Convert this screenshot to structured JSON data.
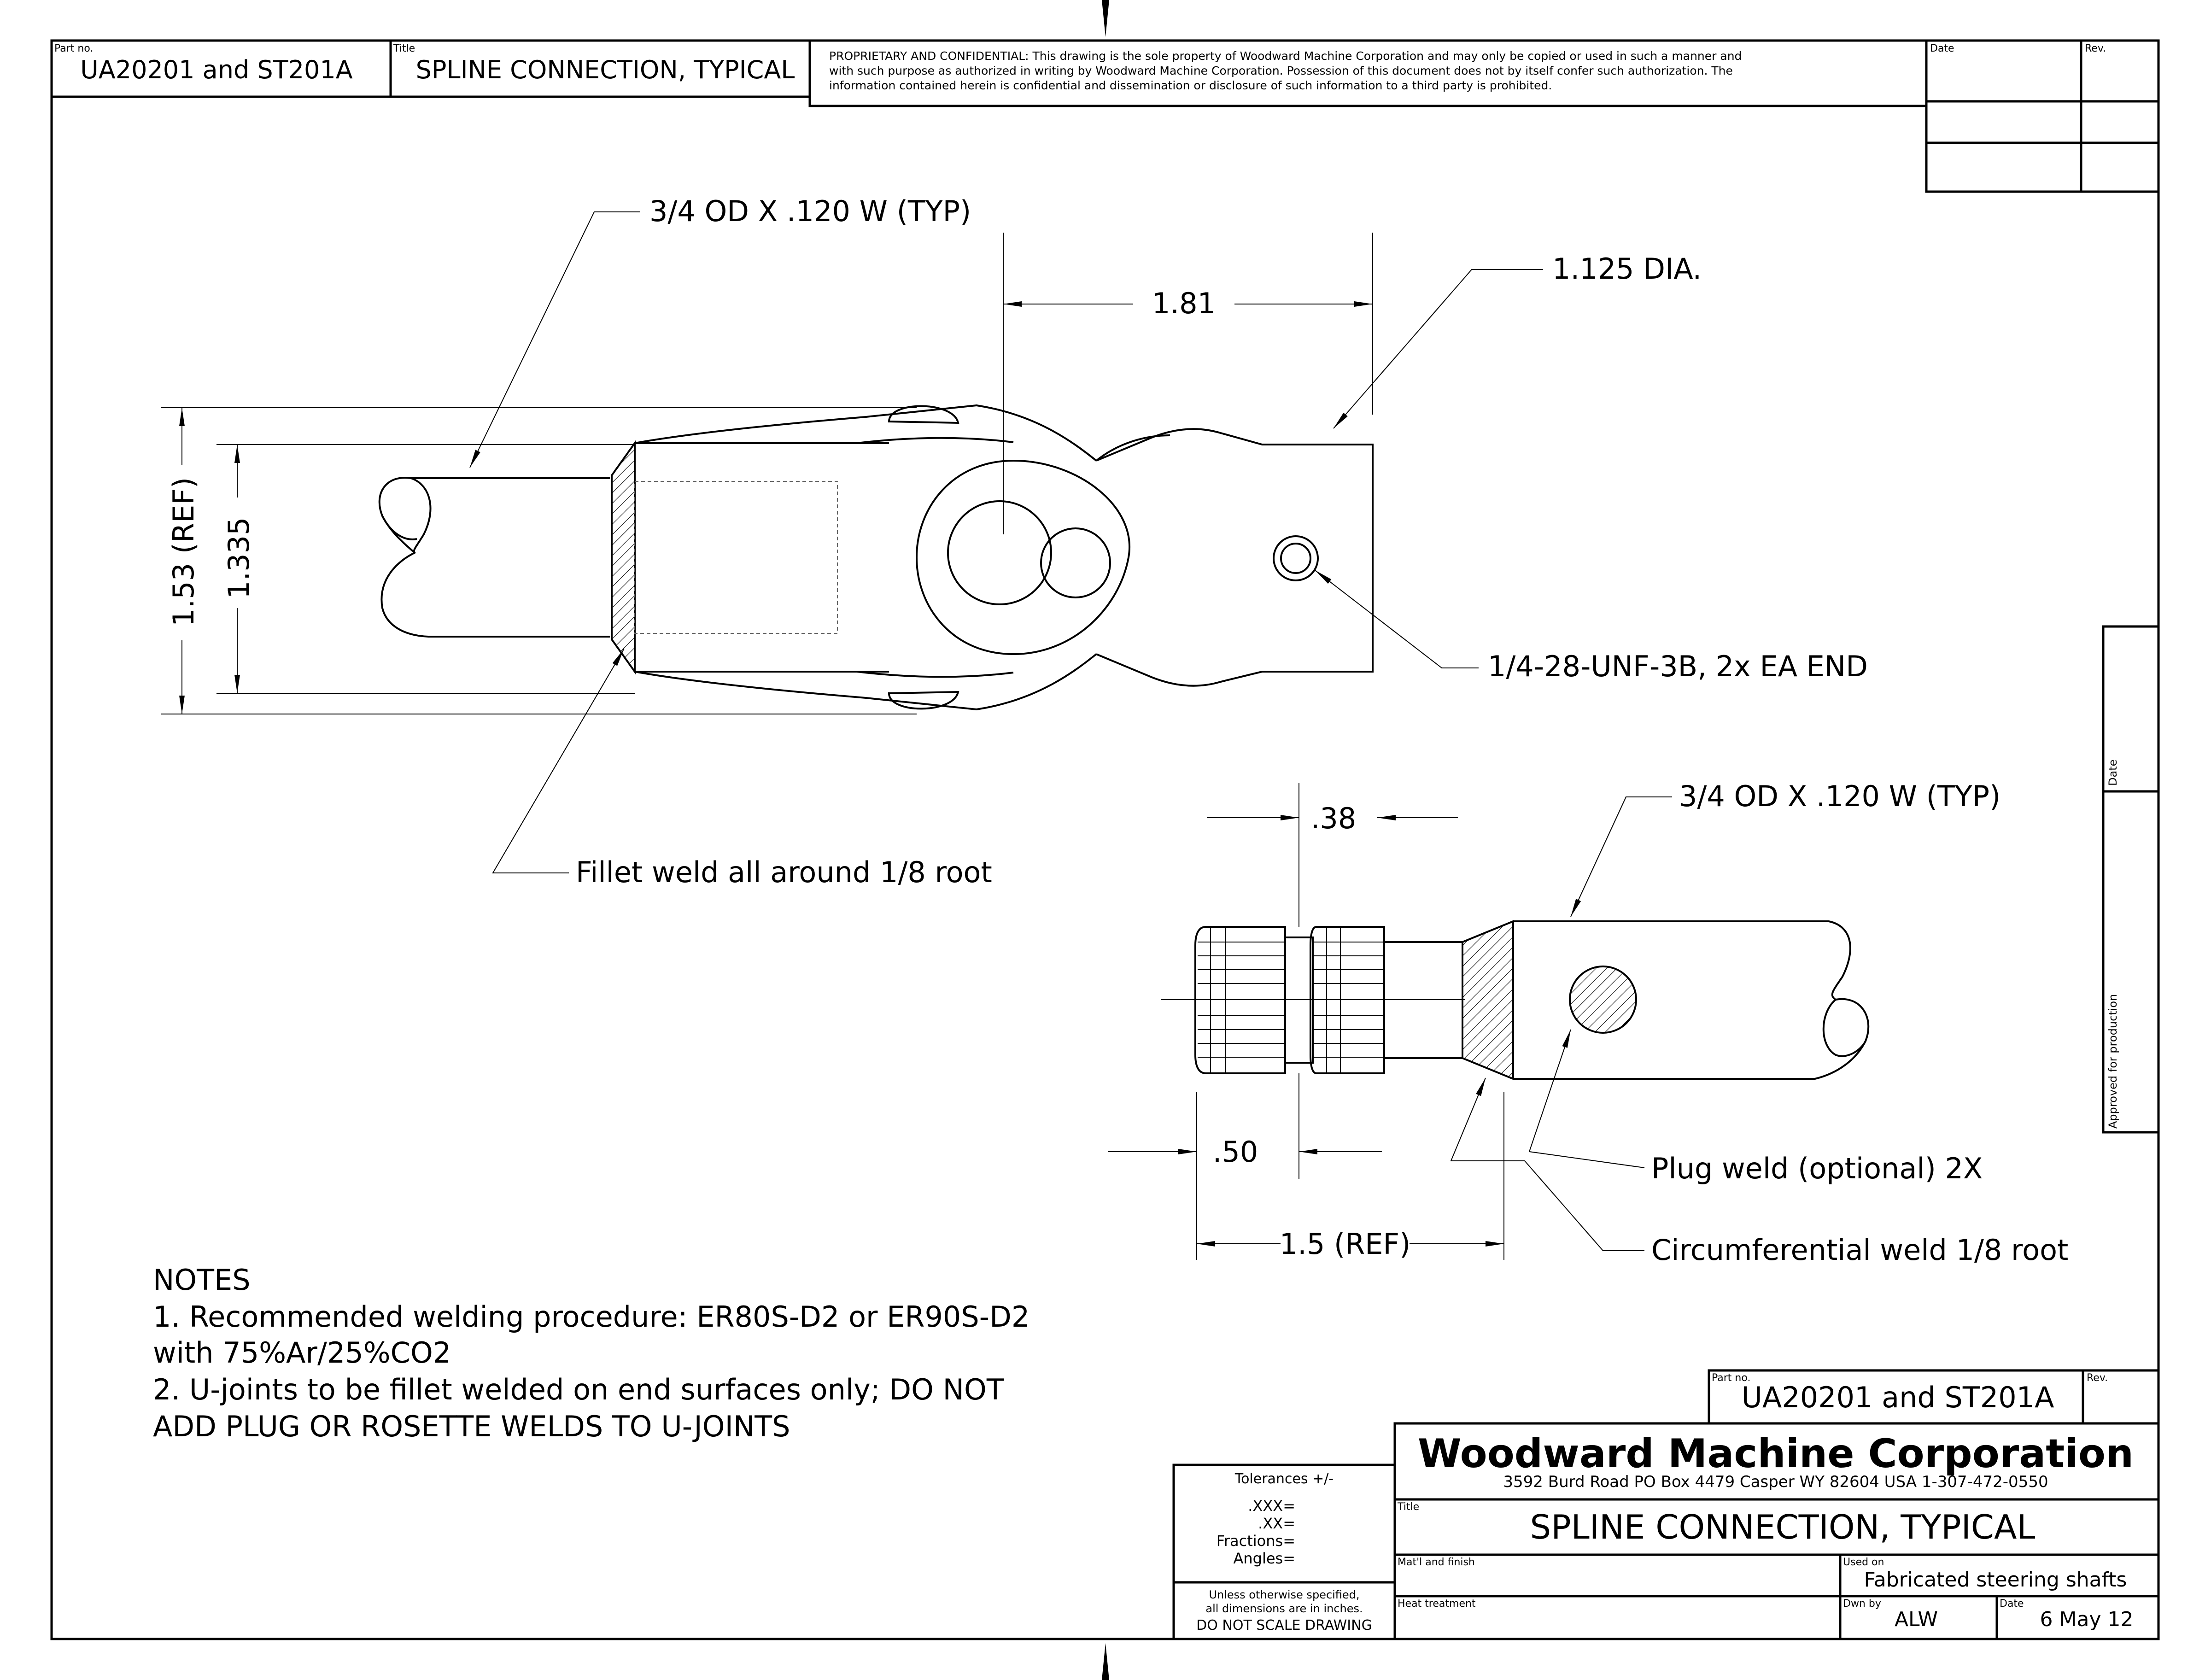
{
  "top_block": {
    "part_no_caption": "Part no.",
    "part_no": "UA20201 and ST201A",
    "title_caption": "Title",
    "title": "SPLINE CONNECTION, TYPICAL",
    "proprietary": [
      "PROPRIETARY AND CONFIDENTIAL: This drawing is the sole property of Woodward Machine Corporation and may only be copied or used in such a manner and",
      "with such purpose as authorized in writing by Woodward Machine Corporation. Possession of this document does not by itself confer such authorization. The",
      "information contained herein is confidential and dissemination or disclosure of such information to a third party is prohibited."
    ],
    "date_caption": "Date",
    "rev_caption": "Rev."
  },
  "side_block": {
    "date_caption": "Date",
    "approved_caption": "Approved for production"
  },
  "callouts": {
    "tube_top": "3/4 OD X .120 W (TYP)",
    "dim_181": "1.81",
    "dia_1125": "1.125 DIA.",
    "dim_153": "1.53 (REF)",
    "dim_1335": "1.335",
    "thread": "1/4-28-UNF-3B, 2x EA END",
    "dim_038": ".38",
    "tube_bottom": "3/4 OD X .120 W (TYP)",
    "fillet": "Fillet weld all around 1/8 root",
    "dim_050": ".50",
    "dim_15": "1.5 (REF)",
    "plug": "Plug weld (optional) 2X",
    "circ": "Circumferential weld 1/8 root"
  },
  "notes": [
    "NOTES",
    "1. Recommended welding procedure: ER80S-D2 or ER90S-D2",
    "with 75%Ar/25%CO2",
    "2. U-joints to be fillet welded on end surfaces only; DO NOT",
    "ADD PLUG OR ROSETTE WELDS TO U-JOINTS"
  ],
  "title_block": {
    "part_no_caption": "Part no.",
    "part_no": "UA20201 and ST201A",
    "rev_caption": "Rev.",
    "company": "Woodward Machine Corporation",
    "address": "3592 Burd Road   PO Box 4479   Casper WY 82604 USA   1-307-472-0550",
    "title_caption": "Title",
    "title": "SPLINE CONNECTION, TYPICAL",
    "matl_caption": "Mat'l and finish",
    "used_on_caption": "Used on",
    "used_on": "Fabricated steering shafts",
    "heat_caption": "Heat treatment",
    "dwn_caption": "Dwn by",
    "dwn": "ALW",
    "date_caption": "Date",
    "date": "6 May 12"
  },
  "tolerances": {
    "heading": "Tolerances +/-",
    "xxx": ".XXX=",
    "xx": ".XX=",
    "fractions": "Fractions=",
    "angles": "Angles=",
    "unless1": "Unless otherwise specified,",
    "unless2": "all dimensions are in inches.",
    "noscale": "DO NOT SCALE DRAWING"
  }
}
